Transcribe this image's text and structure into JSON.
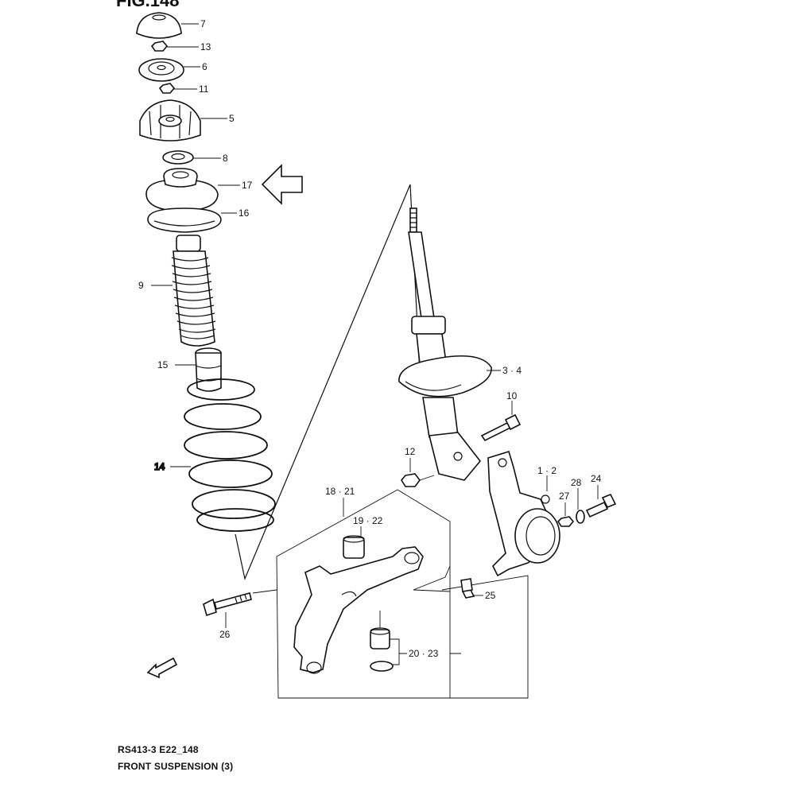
{
  "figure": {
    "number": "FIG.148",
    "code": "RS413-3 E22_148",
    "title": "FRONT SUSPENSION (3)"
  },
  "callouts": {
    "p7": "7",
    "p13": "13",
    "p6": "6",
    "p11": "11",
    "p5": "5",
    "p8": "8",
    "p17": "17",
    "p16": "16",
    "p9": "9",
    "p15": "15",
    "p14": "14",
    "p3_4": "3 · 4",
    "p10": "10",
    "p12": "12",
    "p1_2": "1 · 2",
    "p28": "28",
    "p24": "24",
    "p27": "27",
    "p18_21": "18 · 21",
    "p19_22": "19 · 22",
    "p25": "25",
    "p20_23": "20 · 23",
    "p26": "26"
  },
  "icons": {
    "highlight_arrow": "outline-left-arrow-icon",
    "front_indicator": "fwd-arrow-icon"
  }
}
